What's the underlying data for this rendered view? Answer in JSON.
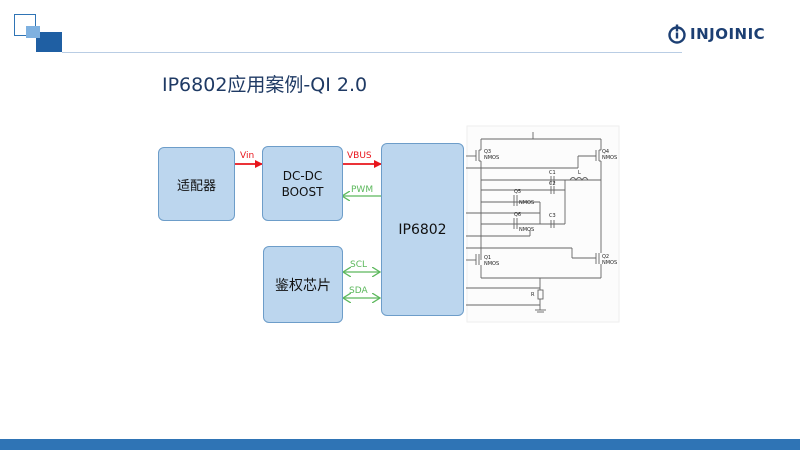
{
  "slide": {
    "brand": "INJOINIC",
    "title": "IP6802应用案例-QI 2.0"
  },
  "blocks": {
    "adapter": "适配器",
    "dcdc_line1": "DC-DC",
    "dcdc_line2": "BOOST",
    "ip6802": "IP6802",
    "auth": "鉴权芯片"
  },
  "signals": {
    "vin": "Vin",
    "vbus": "VBUS",
    "pwm": "PWM",
    "scl": "SCL",
    "sda": "SDA"
  },
  "schematic": {
    "q3": "Q3",
    "q4": "Q4",
    "q5": "Q5",
    "q6": "Q6",
    "q1": "Q1",
    "q2": "Q2",
    "nmos": "NMOS",
    "c1": "C1",
    "c2": "C2",
    "c3": "C3",
    "l": "L",
    "r": "R"
  },
  "colors": {
    "box_fill": "#bcd6ee",
    "box_border": "#6d9dc9",
    "power_arrow": "#e8141b",
    "signal_arrow": "#5cb85c",
    "brand": "#1c3f73",
    "footer": "#2f74b5"
  }
}
